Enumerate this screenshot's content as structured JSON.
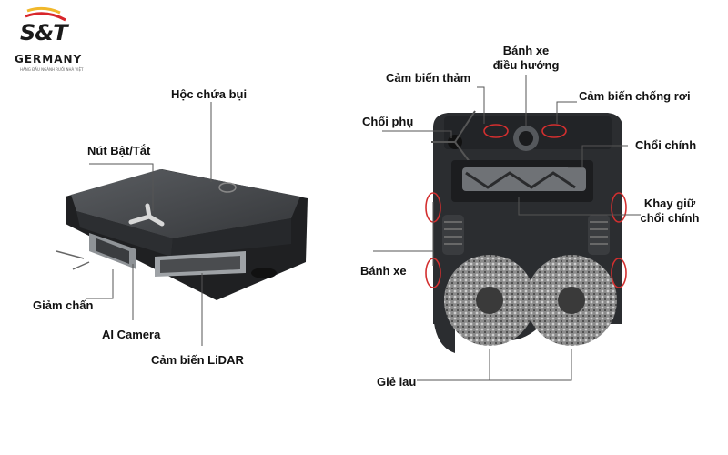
{
  "brand": {
    "logo_mark": "S&T",
    "name": "GERMANY",
    "tagline": "HÀNG ĐẦU NGÀNH RUỒI NHÀ VIỆT",
    "colors": {
      "dark": "#1a1a1a",
      "red": "#d8262b",
      "yellow": "#f1b82b"
    }
  },
  "left_labels": {
    "dust_box": "Hộc chứa bụi",
    "power_button": "Nút Bật/Tắt",
    "bumper": "Giảm chấn",
    "ai_camera": "AI Camera",
    "lidar": "Cảm biến LiDAR"
  },
  "right_labels": {
    "guide_wheel_1": "Bánh xe",
    "guide_wheel_2": "điều hướng",
    "carpet_sensor": "Cảm biến thảm",
    "cliff_sensor": "Cảm biến chống rơi",
    "side_brush": "Chổi phụ",
    "main_brush": "Chổi chính",
    "brush_tray_1": "Khay giữ",
    "brush_tray_2": "chổi chính",
    "wheels": "Bánh xe",
    "mop": "Giẻ lau"
  },
  "colors": {
    "highlight": "#d32f2f",
    "line": "#555555",
    "body": "#2b2d30"
  }
}
